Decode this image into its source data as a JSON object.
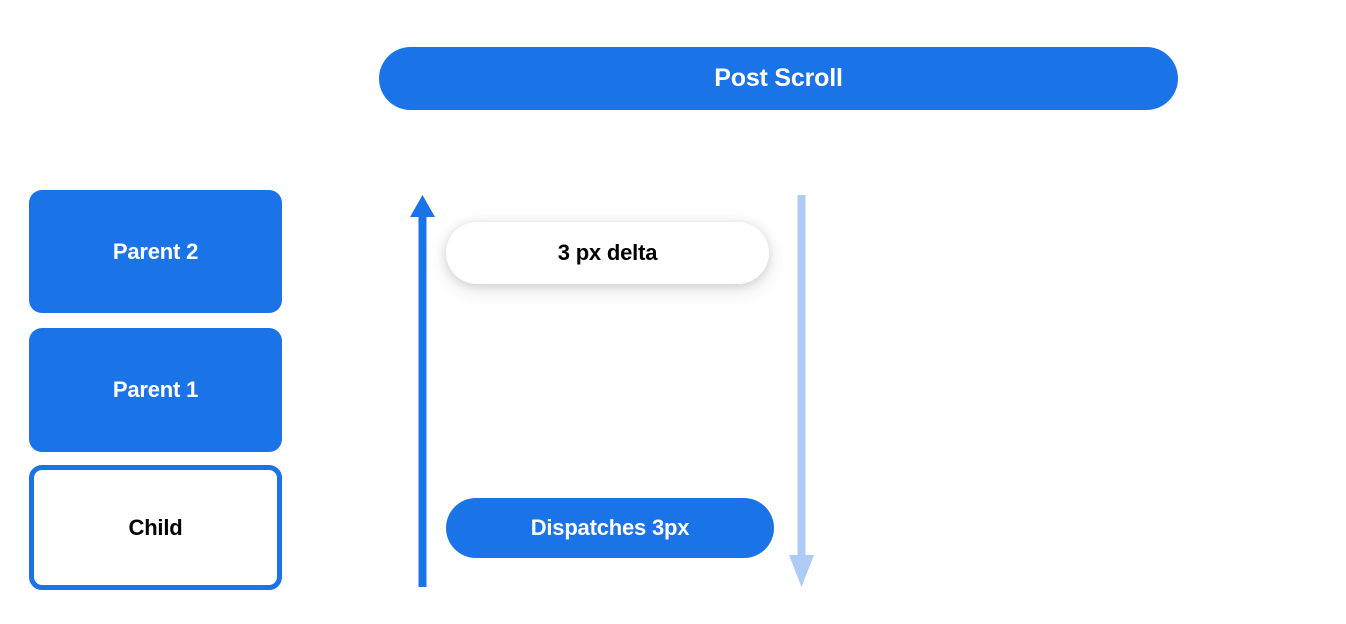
{
  "header": {
    "title": "Post Scroll"
  },
  "stack": {
    "items": [
      {
        "label": "Parent 2",
        "style": "filled"
      },
      {
        "label": "Parent 1",
        "style": "filled"
      },
      {
        "label": "Child",
        "style": "outlined"
      }
    ]
  },
  "flow": {
    "delta_pill": "3 px delta",
    "dispatch_pill": "Dispatches 3px",
    "up_arrow_icon": "arrow-up-icon",
    "down_arrow_icon": "arrow-down-icon"
  },
  "colors": {
    "accent_blue": "#1b73e8",
    "light_blue": "#aecbf5",
    "text_dark": "#000000",
    "text_light": "#ffffff",
    "background": "#ffffff"
  }
}
